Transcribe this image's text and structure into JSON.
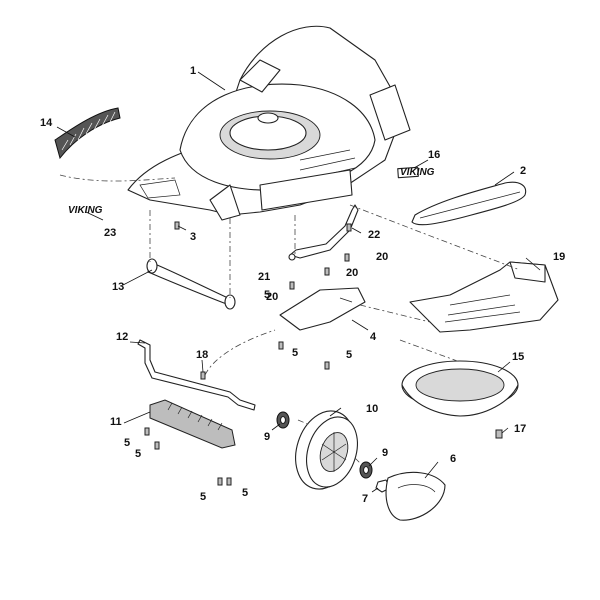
{
  "brand_logo": "VIKING",
  "callouts": {
    "c1": "1",
    "c2": "2",
    "c3": "3",
    "c4": "4",
    "c5a": "5",
    "c5b": "5",
    "c5c": "5",
    "c5d": "5",
    "c5e": "5",
    "c5f": "5",
    "c5g": "5",
    "c6": "6",
    "c7": "7",
    "c9a": "9",
    "c9b": "9",
    "c10": "10",
    "c11": "11",
    "c12": "12",
    "c13": "13",
    "c14": "14",
    "c15": "15",
    "c16": "16",
    "c17": "17",
    "c18": "18",
    "c19": "19",
    "c20a": "20",
    "c20b": "20",
    "c20c": "20",
    "c21": "21",
    "c22": "22",
    "c23": "23"
  },
  "label_16_text": "VIKING"
}
